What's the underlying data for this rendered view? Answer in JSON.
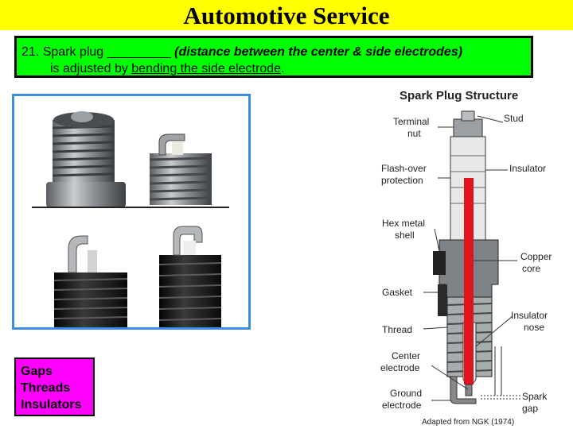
{
  "header": {
    "title": "Automotive Service"
  },
  "question": {
    "prefix": "21. Spark plug _________ ",
    "italic_part": "(distance between the center & side electrodes)",
    "line2_lead": "is adjusted by ",
    "line2_underlined": "bending the side electrode",
    "line2_end": "."
  },
  "answers": [
    "Gaps",
    "Threads",
    "Insulators"
  ],
  "diagram": {
    "title": "Spark Plug Structure",
    "labels": {
      "terminal_nut": [
        "Terminal",
        "nut"
      ],
      "stud": [
        "Stud"
      ],
      "flash_over": [
        "Flash-over",
        "protection"
      ],
      "insulator": [
        "Insulator"
      ],
      "hex_shell": [
        "Hex metal",
        "shell"
      ],
      "copper_core": [
        "Copper",
        "core"
      ],
      "gasket": [
        "Gasket"
      ],
      "thread": [
        "Thread"
      ],
      "insulator_nose": [
        "Insulator",
        "nose"
      ],
      "center_electrode": [
        "Center",
        "electrode"
      ],
      "ground_electrode": [
        "Ground",
        "electrode"
      ],
      "spark_gap": [
        "Spark",
        "gap"
      ]
    },
    "credit": "Adapted from NGK (1974)"
  },
  "colors": {
    "title_bg": "#ffff00",
    "question_bg": "#00ff00",
    "answer_bg": "#ff00ff",
    "photo_border": "#3b8fe0",
    "core": "#e0141c"
  }
}
